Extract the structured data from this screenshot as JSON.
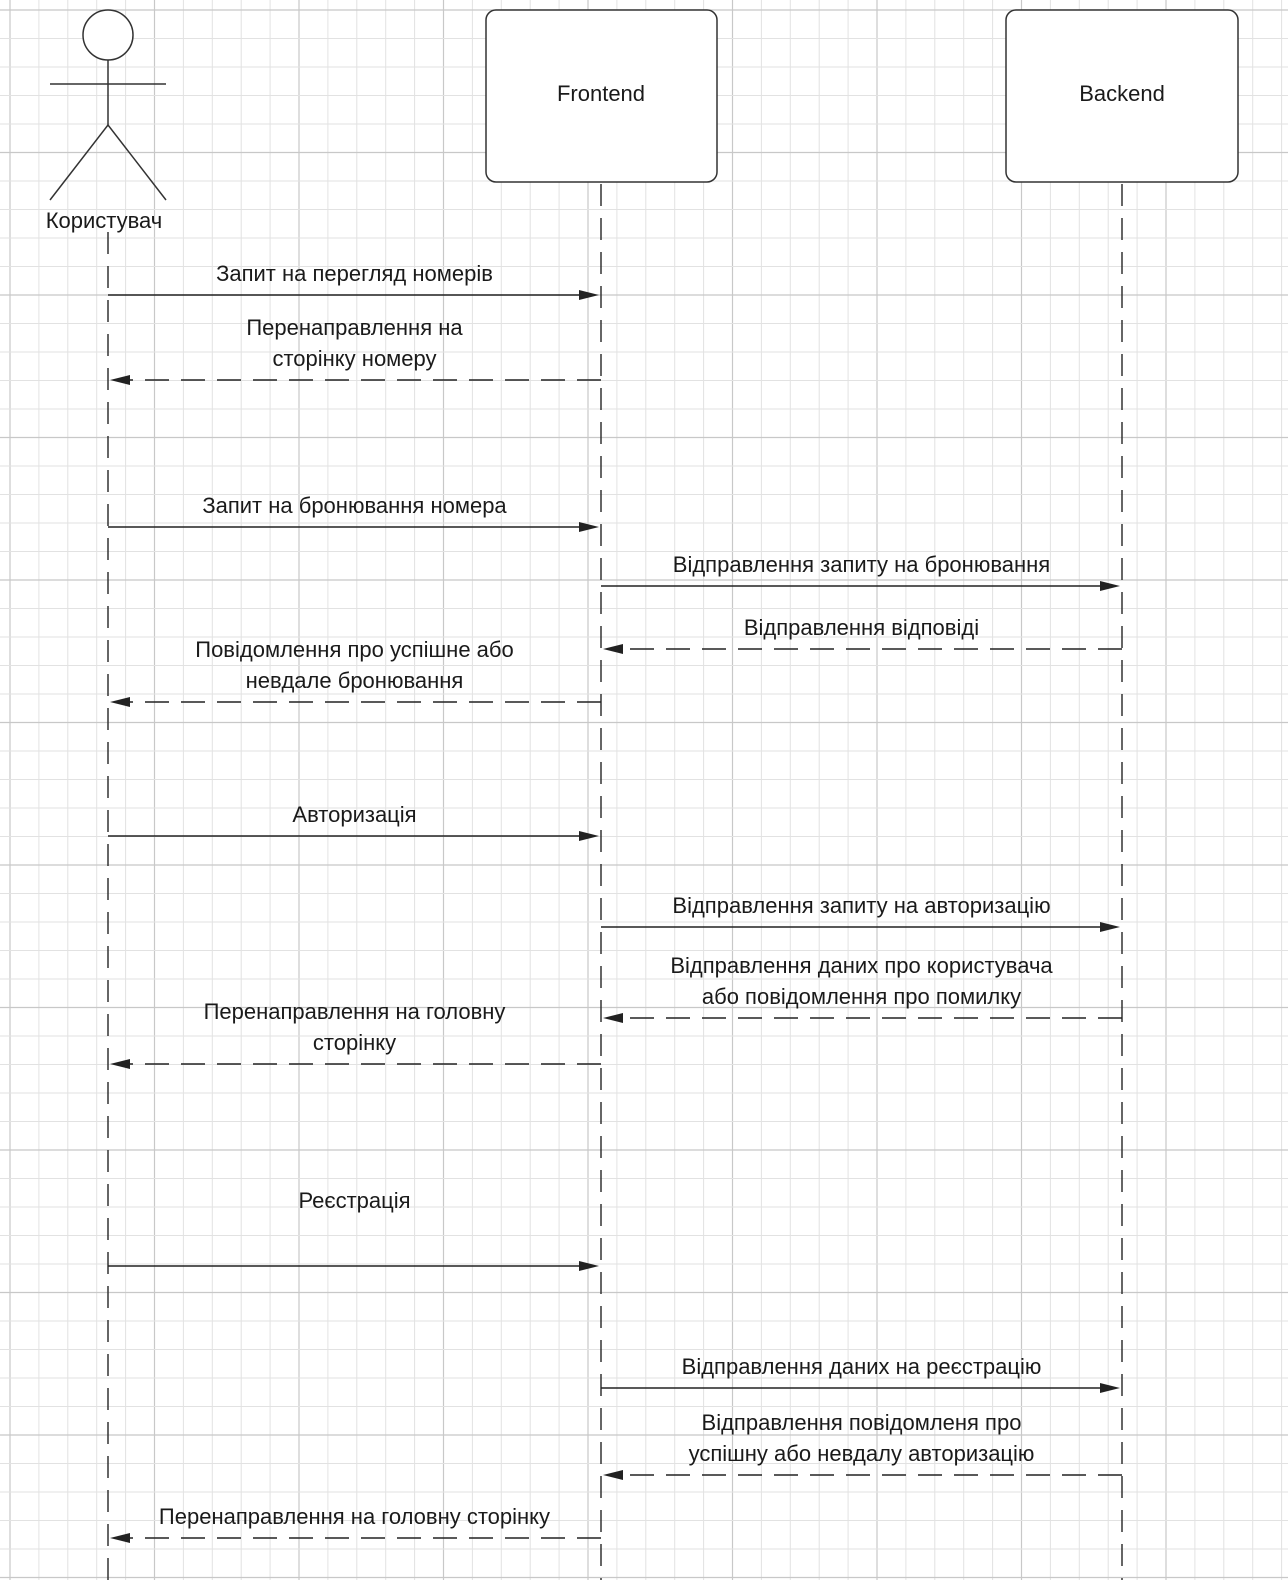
{
  "diagram": {
    "type": "sequence",
    "participants": [
      {
        "id": "user",
        "kind": "actor",
        "label": "Користувач"
      },
      {
        "id": "frontend",
        "kind": "box",
        "label": "Frontend"
      },
      {
        "id": "backend",
        "kind": "box",
        "label": "Backend"
      }
    ],
    "messages": [
      {
        "from": "user",
        "to": "frontend",
        "style": "solid",
        "lines": [
          "Запит на перегляд номерів"
        ]
      },
      {
        "from": "frontend",
        "to": "user",
        "style": "dashed",
        "lines": [
          "Перенаправлення на",
          "сторінку номеру"
        ]
      },
      {
        "from": "user",
        "to": "frontend",
        "style": "solid",
        "lines": [
          "Запит на бронювання номера"
        ]
      },
      {
        "from": "frontend",
        "to": "backend",
        "style": "solid",
        "lines": [
          "Відправлення запиту на бронювання"
        ]
      },
      {
        "from": "backend",
        "to": "frontend",
        "style": "dashed",
        "lines": [
          "Відправлення відповіді"
        ]
      },
      {
        "from": "frontend",
        "to": "user",
        "style": "dashed",
        "lines": [
          "Повідомлення про успішне  або",
          "невдале бронювання"
        ]
      },
      {
        "from": "user",
        "to": "frontend",
        "style": "solid",
        "lines": [
          "Авторизація"
        ]
      },
      {
        "from": "frontend",
        "to": "backend",
        "style": "solid",
        "lines": [
          "Відправлення запиту на авторизацію"
        ]
      },
      {
        "from": "backend",
        "to": "frontend",
        "style": "dashed",
        "lines": [
          "Відправлення даних про користувача",
          "або повідомлення про помилку"
        ]
      },
      {
        "from": "frontend",
        "to": "user",
        "style": "dashed",
        "lines": [
          "Перенаправлення на головну",
          "сторінку"
        ]
      },
      {
        "from": "user",
        "to": "frontend",
        "style": "solid",
        "lines": [
          "Реєстрація"
        ]
      },
      {
        "from": "frontend",
        "to": "backend",
        "style": "solid",
        "lines": [
          "Відправлення даних на реєстрацію"
        ]
      },
      {
        "from": "backend",
        "to": "frontend",
        "style": "dashed",
        "lines": [
          "Відправлення повідомленя про",
          "успішну або невдалу авторизацію"
        ]
      },
      {
        "from": "frontend",
        "to": "user",
        "style": "dashed",
        "lines": [
          "Перенаправлення на головну сторінку"
        ]
      }
    ]
  }
}
